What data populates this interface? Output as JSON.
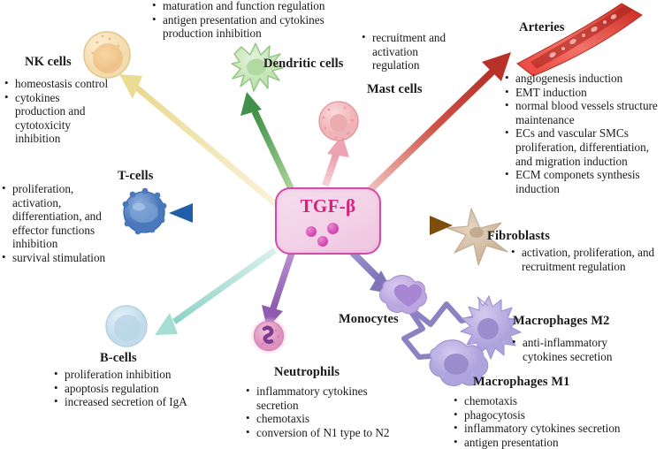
{
  "center": {
    "label": "TGF-β",
    "border_color": "#d34ba8",
    "fill_color": "#f3d2e8",
    "text_color": "#d6227e"
  },
  "nodes": {
    "dendritic": {
      "title": "Dendritic cells",
      "bullets": [
        "maturation and function regulation",
        "antigen presentation and cytokines production inhibition"
      ],
      "arrow_color": "#4a9c4e",
      "cell_color": "#cfe8c4"
    },
    "nk": {
      "title": "NK cells",
      "bullets": [
        "homeostasis control",
        "cytokines production and cytotoxicity inhibition"
      ],
      "arrow_color": "#efe1a8",
      "cell_color": "#f6ddb0"
    },
    "tcells": {
      "title": "T-cells",
      "bullets": [
        "proliferation, activation, differentiation, and effector functions inhibition",
        "survival stimulation"
      ],
      "arrow_color": "#2f6fb5",
      "cell_color": "#5b86c4"
    },
    "bcells": {
      "title": "B-cells",
      "bullets": [
        "proliferation inhibition",
        "apoptosis regulation",
        "increased secretion of IgA"
      ],
      "arrow_color": "#9fdcd2",
      "cell_color": "#cfe3ee"
    },
    "neutrophils": {
      "title": "Neutrophils",
      "bullets": [
        "inflammatory cytokines secretion",
        "chemotaxis",
        "conversion of N1 type to N2"
      ],
      "arrow_color": "#9b6bbd",
      "cell_color": "#e8a8cd"
    },
    "mast": {
      "title": "Mast cells",
      "bullets": [
        "recruitment and activation regulation"
      ],
      "arrow_color": "#eda6b4",
      "cell_color": "#f2b6bd"
    },
    "arteries": {
      "title": "Arteries",
      "bullets": [
        "angiogenesis induction",
        "EMT induction",
        "normal blood vessels structure maintenance",
        "ECs and vascular SMCs proliferation, differentiation, and migration induction",
        "ECM componets synthesis induction"
      ],
      "arrow_color": "#c0392b",
      "cell_color": "#e8443c"
    },
    "fibroblasts": {
      "title": "Fibroblasts",
      "bullets": [
        "activation, proliferation, and recruitment regulation"
      ],
      "arrow_color": "#8b5a16",
      "cell_color": "#d9c3ad"
    },
    "monocytes": {
      "title": "Monocytes",
      "bullets": [],
      "arrow_color": "#7f74b8",
      "cell_color": "#c5aede"
    },
    "macrophages_m2": {
      "title": "Macrophages M2",
      "bullets": [
        "anti-inflammatory cytokines secretion"
      ],
      "cell_color": "#b6aee0"
    },
    "macrophages_m1": {
      "title": "Macrophages M1",
      "bullets": [
        "chemotaxis",
        "phagocytosis",
        "inflammatory cytokines secretion",
        "antigen presentation"
      ],
      "cell_color": "#bdb5e4"
    }
  }
}
